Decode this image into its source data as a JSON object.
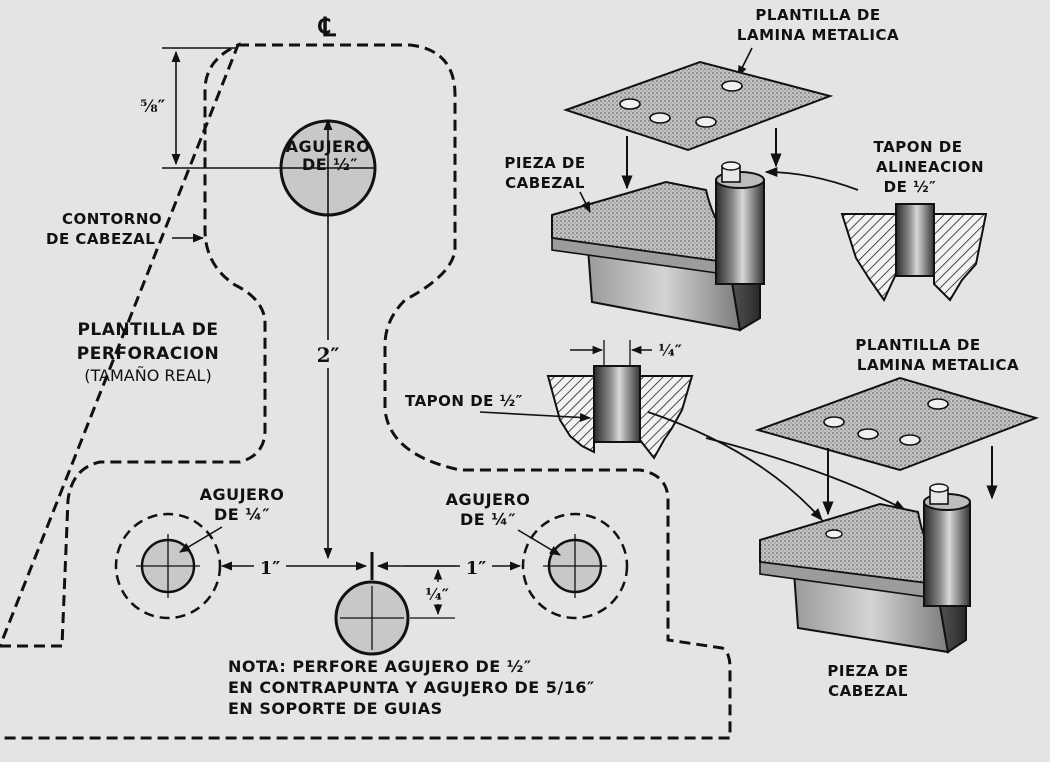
{
  "colors": {
    "paper": "#e4e4e4",
    "ink": "#111111",
    "hatch": "#222222",
    "plate": "#b8b8b8",
    "block_light": "#cfcfcf",
    "block_dark": "#6a6a6a",
    "circle_fill": "#c7c7c7"
  },
  "centerline_symbol": "℄",
  "drilling_template": {
    "contour_label": [
      "CONTORNO",
      "DE CABEZAL"
    ],
    "title": [
      "PLANTILLA DE",
      "PERFORACION"
    ],
    "subtitle": "(TAMAÑO REAL)",
    "main_hole_label": [
      "AGUJERO",
      "DE ½″"
    ],
    "left_hole_label": [
      "AGUJERO",
      "DE ¼″"
    ],
    "right_hole_label": [
      "AGUJERO",
      "DE ¼″"
    ],
    "dim_top": "⅝″",
    "dim_vertical": "2″",
    "dim_left": "1″",
    "dim_right": "1″",
    "dim_small": "¼″",
    "note": [
      "NOTA: PERFORE AGUJERO DE ½″",
      "EN CONTRAPUNTA Y AGUJERO DE 5/16″",
      "EN SOPORTE DE GUIAS"
    ]
  },
  "assembly_top": {
    "plate_label": [
      "PLANTILLA DE",
      "LAMINA METALICA"
    ],
    "piece_label": [
      "PIEZA DE",
      "CABEZAL"
    ],
    "plug_label": [
      "TAPON DE",
      "ALINEACION",
      "DE ½″"
    ]
  },
  "plug_section": {
    "label": "TAPON DE ½″",
    "dim": "¼″"
  },
  "assembly_bottom": {
    "plate_label": [
      "PLANTILLA DE",
      "LAMINA METALICA"
    ],
    "piece_label": [
      "PIEZA DE",
      "CABEZAL"
    ]
  }
}
